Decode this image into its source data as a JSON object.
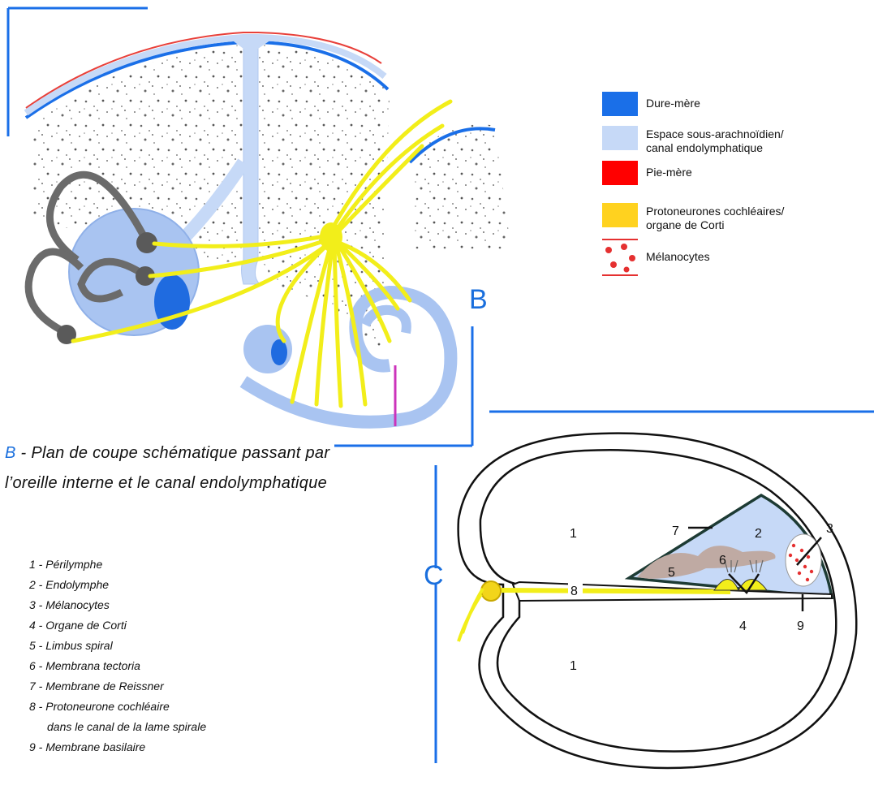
{
  "legend": {
    "items": [
      {
        "label": "Dure-mère",
        "color": "#1a6fe8"
      },
      {
        "label": "Espace sous-arachnoïdien/\ncanal endolymphatique",
        "color": "#c6d9f7"
      },
      {
        "label": "Pie-mère",
        "color": "#ff0000"
      },
      {
        "label": "Protoneurones cochléaires/\norgane de Corti",
        "color": "#ffd21f"
      },
      {
        "label": "Mélanocytes",
        "color": "#e53030"
      }
    ]
  },
  "panel_b": {
    "letter": "B",
    "caption_lead": "B",
    "caption_rest": " - Plan de coupe schématique passant par l’oreille interne et le canal endolymphatique"
  },
  "panel_c": {
    "letter": "C",
    "labels": {
      "perilymph_top": "1",
      "perilymph_bottom": "1",
      "endolymph": "2",
      "melanocytes": "3",
      "corti": "4",
      "limbus": "5",
      "tectoria": "6",
      "reissner": "7",
      "protoneurone": "8",
      "basilar": "9"
    }
  },
  "key": {
    "items": [
      "1 - Périlymphe",
      "2 - Endolymphe",
      "3 - Mélanocytes",
      "4 - Organe de Corti",
      "5 - Limbus spiral",
      "6 - Membrana tectoria",
      "7 - Membrane de Reissner",
      "8 - Protoneurone cochléaire",
      "dans le canal de la lame spirale",
      "9 - Membrane basilaire"
    ]
  }
}
